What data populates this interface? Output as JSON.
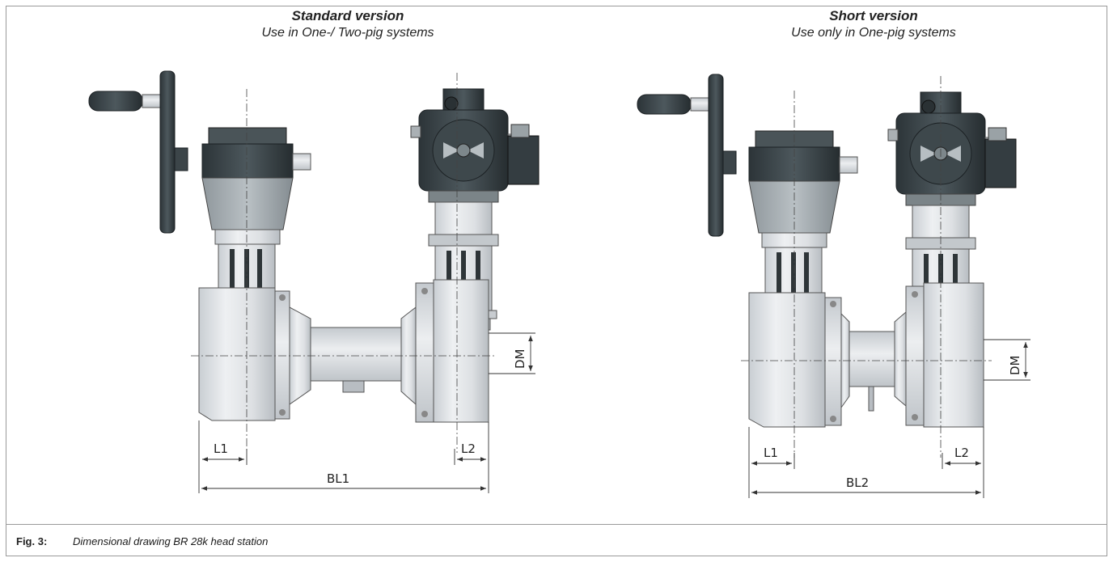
{
  "standard": {
    "title": "Standard version",
    "subtitle": "Use in One-/ Two-pig systems",
    "dims": {
      "l1": "L1",
      "l2": "L2",
      "bl": "BL1",
      "dm": "DM"
    }
  },
  "short": {
    "title": "Short version",
    "subtitle": "Use only in One-pig systems",
    "dims": {
      "l1": "L1",
      "l2": "L2",
      "bl": "BL2",
      "dm": "DM"
    }
  },
  "caption": {
    "label": "Fig. 3:",
    "text": "Dimensional drawing BR 28k head station"
  }
}
